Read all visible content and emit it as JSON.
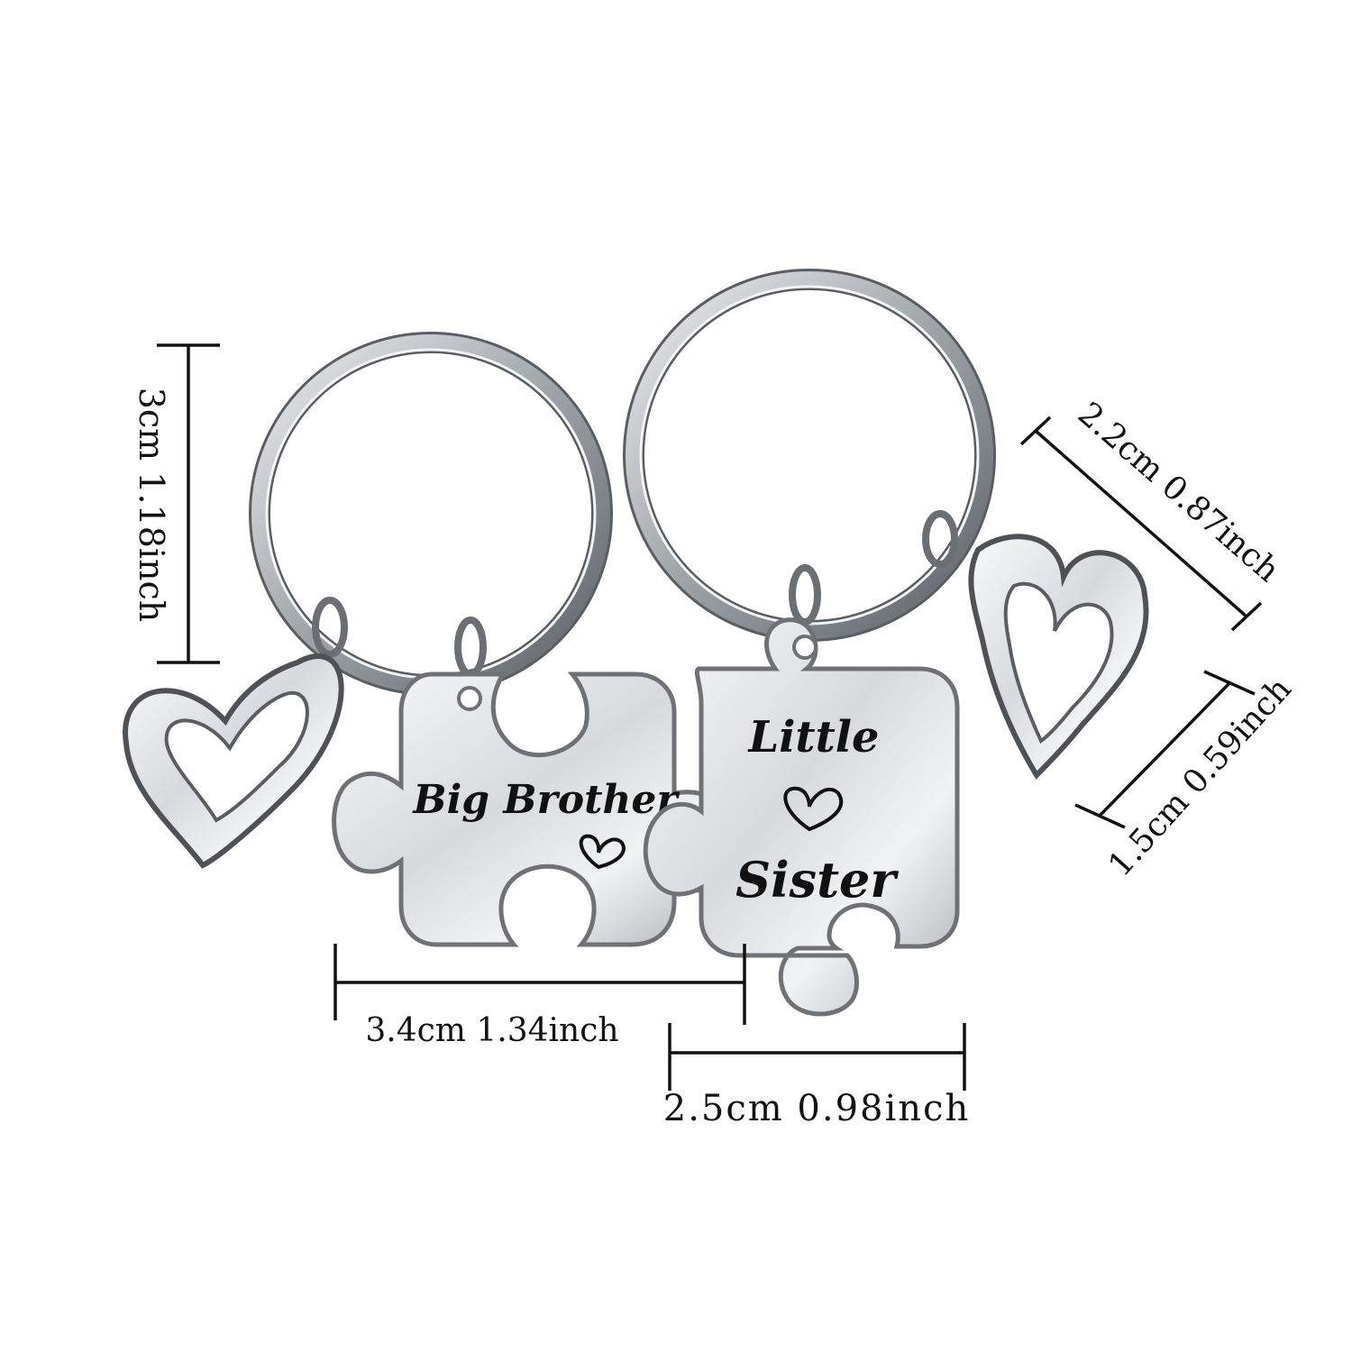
{
  "product": {
    "left_tag_text": "Big Brother",
    "right_tag_line1": "Little",
    "right_tag_line2": "Sister"
  },
  "dimensions": {
    "height": "3cm 1.18inch",
    "width_left": "3.4cm 1.34inch",
    "width_right": "2.5cm 0.98inch",
    "heart_height": "2.2cm 0.87inch",
    "heart_width": "1.5cm 0.59inch"
  },
  "colors": {
    "metal": "#c9cdd2",
    "ink": "#111111",
    "background": "#ffffff"
  }
}
